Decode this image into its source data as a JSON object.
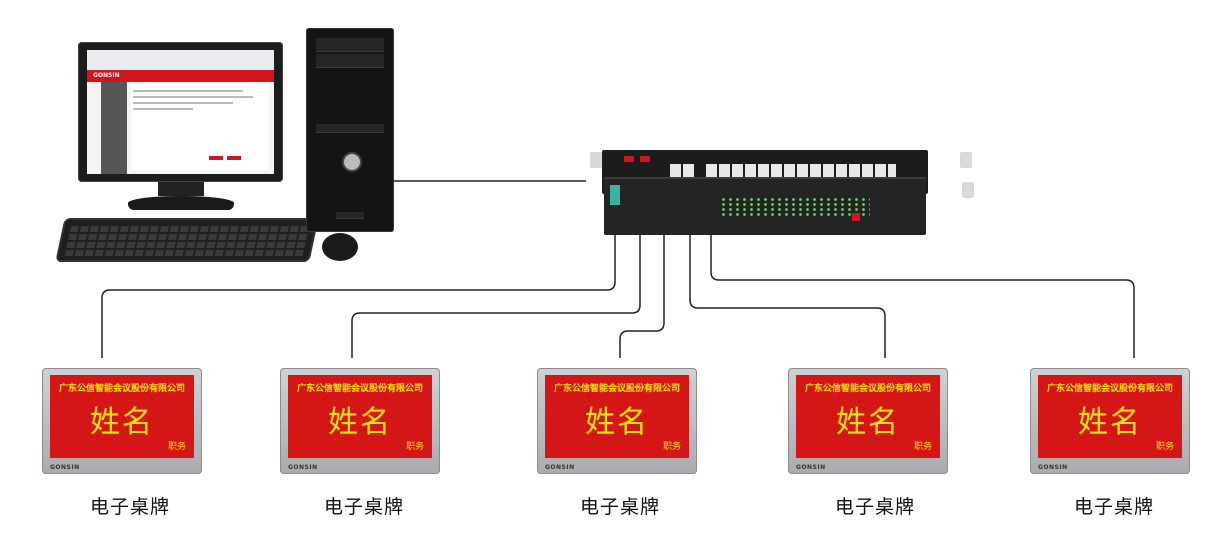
{
  "computer": {
    "screen_brand": "GONSIN"
  },
  "devices": [
    {
      "company": "广东公信智能会议股份有限公司",
      "name": "姓名",
      "title": "职务",
      "brand": "GONSIN",
      "caption": "电子桌牌"
    },
    {
      "company": "广东公信智能会议股份有限公司",
      "name": "姓名",
      "title": "职务",
      "brand": "GONSIN",
      "caption": "电子桌牌"
    },
    {
      "company": "广东公信智能会议股份有限公司",
      "name": "姓名",
      "title": "职务",
      "brand": "GONSIN",
      "caption": "电子桌牌"
    },
    {
      "company": "广东公信智能会议股份有限公司",
      "name": "姓名",
      "title": "职务",
      "brand": "GONSIN",
      "caption": "电子桌牌"
    },
    {
      "company": "广东公信智能会议股份有限公司",
      "name": "姓名",
      "title": "职务",
      "brand": "GONSIN",
      "caption": "电子桌牌"
    }
  ],
  "colors": {
    "display_bg": "#d51616",
    "display_text": "#ffe600",
    "wire": "#222222"
  }
}
